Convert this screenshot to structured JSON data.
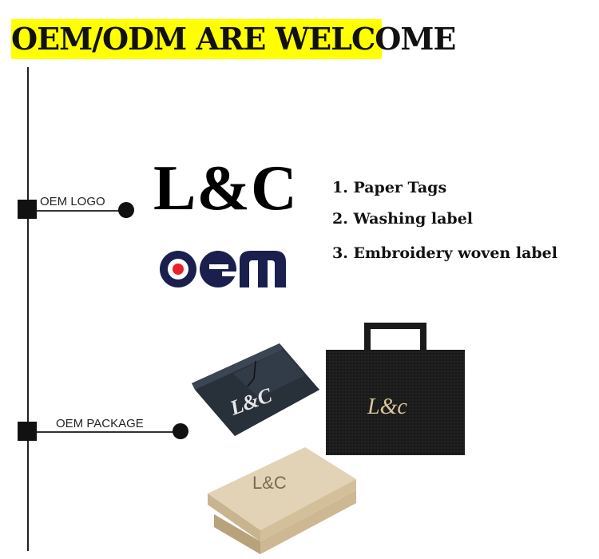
{
  "banner": {
    "title": "OEM/ODM ARE WELCOME",
    "background_color": "#ffff00"
  },
  "timeline": {
    "nodes": [
      {
        "label": "OEM LOGO"
      },
      {
        "label": "OEM PACKAGE"
      }
    ]
  },
  "logos": {
    "brand_text": "L&C",
    "oem_text": "oem",
    "oem_colors": {
      "text": "#1a1f4e",
      "dot": "#e8202a"
    }
  },
  "label_list": {
    "items": [
      "1. Paper Tags",
      "2. Washing label",
      "3. Embroidery woven label"
    ]
  },
  "packages": {
    "folder": {
      "text": "L&C",
      "color": "#2c3440"
    },
    "bag": {
      "text": "L&c",
      "color": "#1a1a1a"
    },
    "box": {
      "text": "L&C",
      "color": "#d9c6a4"
    }
  }
}
